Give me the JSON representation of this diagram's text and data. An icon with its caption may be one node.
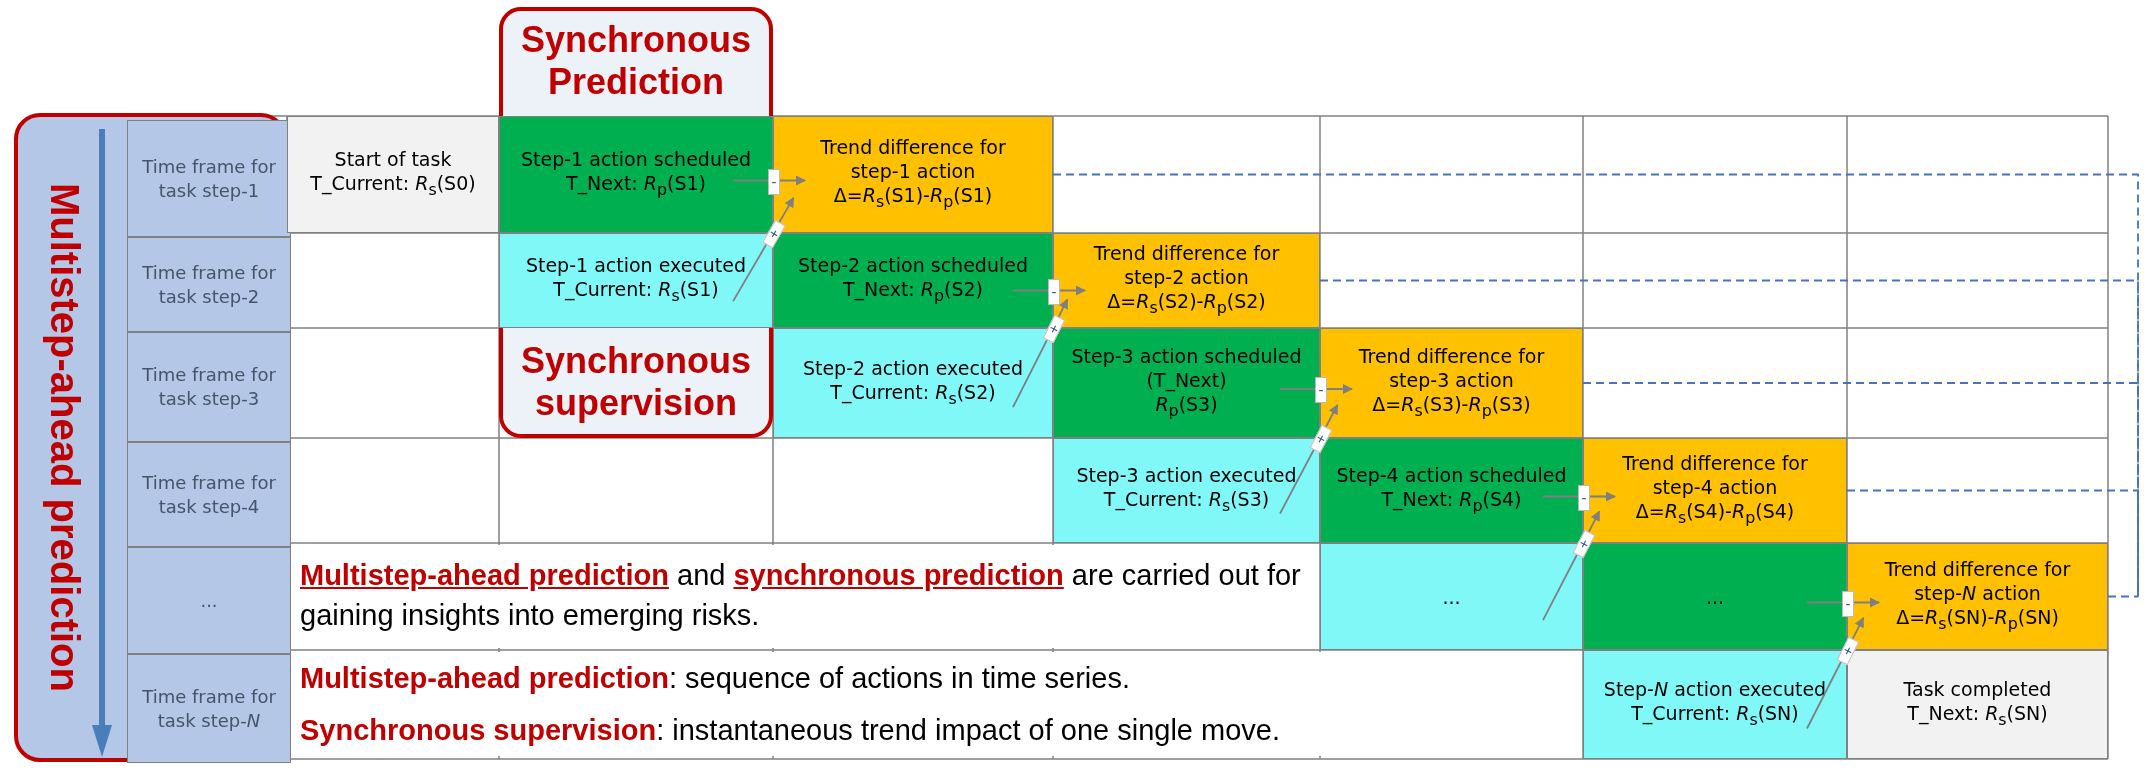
{
  "diagram": {
    "nodes": [
      {
        "text": [
          "Multistep-ahead prediction"
        ]
      },
      {
        "text": [
          "Time frame for task step-1"
        ],
        "in": 0
      },
      {
        "text": [
          "Time frame for task step-2"
        ],
        "in": 0
      },
      {
        "text": [
          "Time frame for task step-3"
        ],
        "in": 0
      },
      {
        "text": [
          "Time frame for task step-4"
        ],
        "in": 0
      },
      {
        "text": [
          "..."
        ],
        "in": 0
      },
      {
        "text": [
          "Time frame for task step-*N*"
        ],
        "in": 0
      },
      {
        "text": [
          "Start of task",
          "T_Current: *R*$_{s}$(S0)"
        ]
      },
      {
        "text": [
          "Synchronous Prediction"
        ]
      },
      {
        "text": [
          "Step-1 action scheduled",
          "T_Next: *R*$_{p}$(S1)"
        ],
        "in": 8
      },
      {
        "text": [
          "Trend difference for step-1 action",
          "Δ=*R*$_{s}$(S1)-*R*$_{p}$(S1)"
        ]
      },
      {
        "text": [
          "Synchronous supervision"
        ]
      },
      {
        "text": [
          "Step-1 action executed",
          "T_Current: *R*$_{s}$(S1)"
        ],
        "in": 11
      },
      {
        "text": [
          "Step-2 action scheduled",
          "T_Next: *R*$_{p}$(S2)"
        ]
      },
      {
        "text": [
          "Trend difference for step-2 action",
          "Δ=*R*$_{s}$(S2)-*R*$_{p}$(S2)"
        ]
      },
      {
        "text": [
          "Step-2 action executed",
          "T_Current: *R*$_{s}$(S2)"
        ]
      },
      {
        "text": [
          "Step-3 action scheduled",
          "(T_Next)",
          "*R*$_{p}$(S3)"
        ]
      },
      {
        "text": [
          "Trend difference for step-3 action",
          "Δ=*R*$_{s}$(S3)-*R*$_{p}$(S3)"
        ]
      },
      {
        "text": [
          "Step-3 action executed",
          "T_Current: *R*$_{s}$(S3)"
        ]
      },
      {
        "text": [
          "Step-4 action scheduled",
          "T_Next: *R*$_{p}$(S4)"
        ]
      },
      {
        "text": [
          "Trend difference for step-4 action",
          "Δ=*R*$_{s}$(S4)-*R*$_{p}$(S4)"
        ]
      },
      {
        "text": [
          "..."
        ]
      },
      {
        "text": [
          "..."
        ]
      },
      {
        "text": [
          "Trend difference for step-*N* action",
          "Δ=*R*$_{s}$(SN)-*R*$_{p}$(SN)"
        ]
      },
      {
        "text": [
          "Step-*N* action executed",
          "T_Current: *R*$_{s}$(SN)"
        ]
      },
      {
        "text": [
          "Task completed",
          "T_Next: *R*$_{s}$(SN)"
        ]
      }
    ],
    "edges": [
      {
        "from": 9,
        "to": 10,
        "arrow": "to",
        "label": "-"
      },
      {
        "from": 12,
        "to": 10,
        "arrow": "to",
        "label": "+"
      },
      {
        "from": 13,
        "to": 14,
        "arrow": "to",
        "label": "-"
      },
      {
        "from": 15,
        "to": 14,
        "arrow": "to",
        "label": "+"
      },
      {
        "from": 16,
        "to": 17,
        "arrow": "to",
        "label": "-"
      },
      {
        "from": 18,
        "to": 17,
        "arrow": "to",
        "label": "+"
      },
      {
        "from": 19,
        "to": 20,
        "arrow": "to",
        "label": "-"
      },
      {
        "from": 21,
        "to": 20,
        "arrow": "to",
        "label": "+"
      },
      {
        "from": 22,
        "to": 23,
        "arrow": "to",
        "label": "-"
      },
      {
        "from": 24,
        "to": 23,
        "arrow": "to",
        "label": "+"
      },
      {
        "from": 10,
        "to": null,
        "arrow": "none",
        "style": "dashed",
        "color": "#4472c4"
      },
      {
        "from": 14,
        "to": null,
        "arrow": "none",
        "style": "dashed",
        "color": "#4472c4"
      },
      {
        "from": 17,
        "to": null,
        "arrow": "none",
        "style": "dashed",
        "color": "#4472c4"
      },
      {
        "from": 20,
        "to": null,
        "arrow": "none",
        "style": "dashed",
        "color": "#4472c4"
      },
      {
        "from": 23,
        "to": null,
        "arrow": "none",
        "style": "dashed",
        "color": "#4472c4"
      }
    ],
    "labels": [
      "**Multistep-ahead prediction** and **synchronous prediction** are carried out for gaining insights into emerging risks.",
      "**Multistep-ahead prediction**: sequence of actions in time series.",
      "**Synchronous supervision**: instantaneous trend impact of one single move."
    ]
  }
}
